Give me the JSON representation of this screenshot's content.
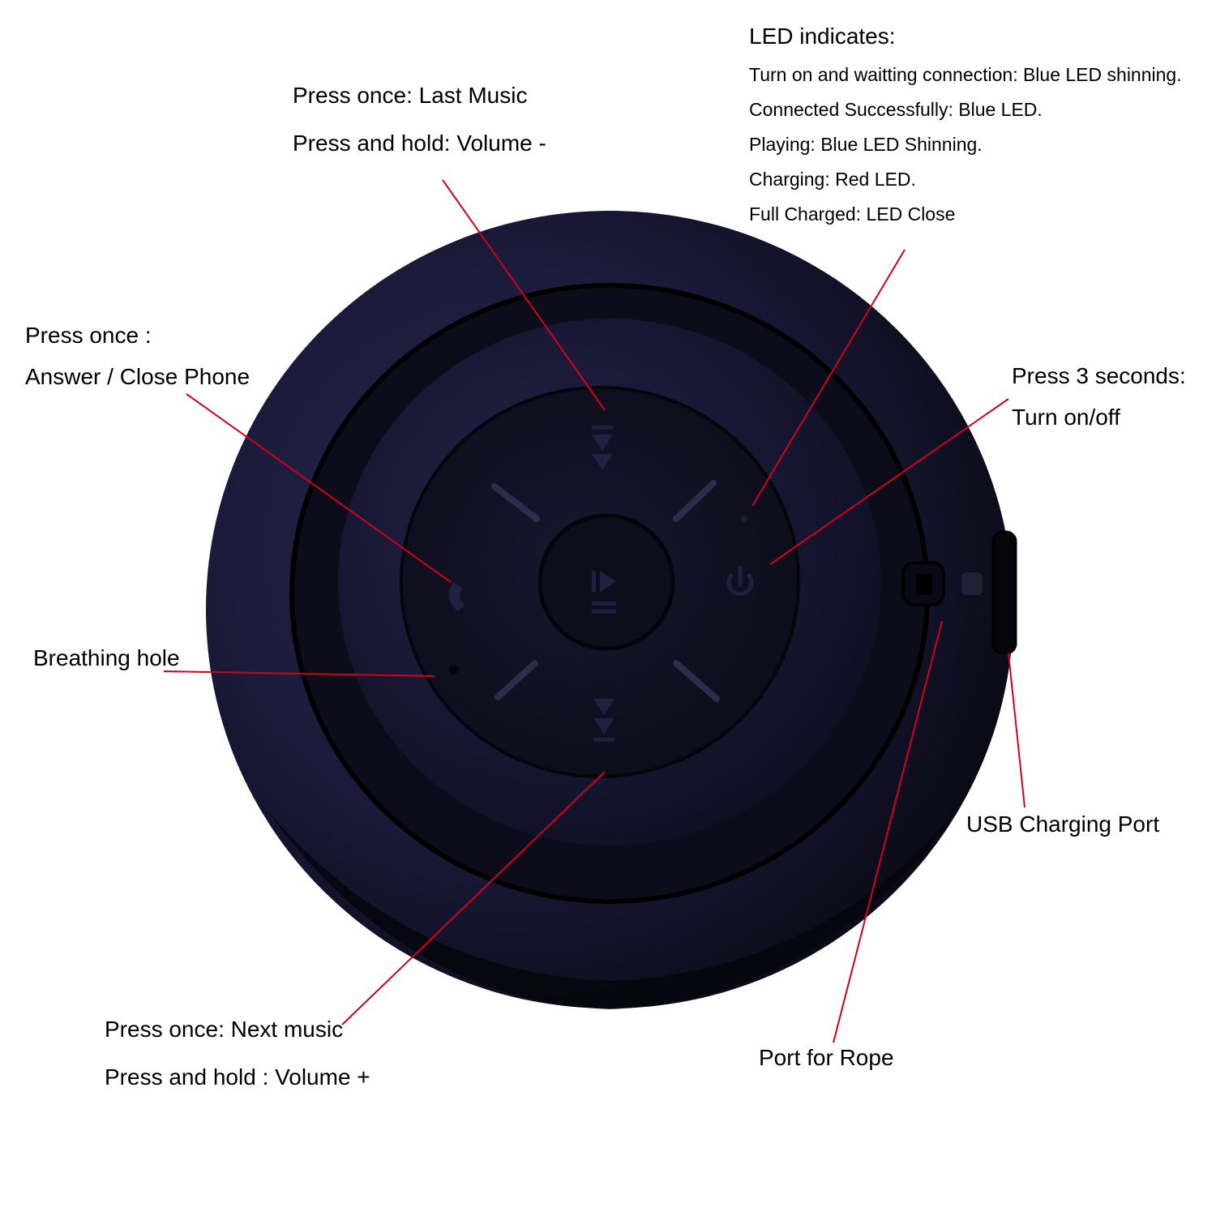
{
  "product": {
    "name": "Bluetooth speaker (top view)",
    "colors": {
      "body": "#12112a",
      "panel": "#0b0b18",
      "leader": "#d0021b"
    }
  },
  "annotations": {
    "last_music": {
      "line1": "Press once:  Last Music",
      "line2": "Press and hold:  Volume -"
    },
    "led": {
      "title": "LED indicates:",
      "items": [
        "Turn on and waitting connection:  Blue LED shinning.",
        "Connected Successfully:  Blue LED.",
        "Playing: Blue LED Shinning.",
        "Charging: Red LED.",
        "Full Charged: LED Close"
      ]
    },
    "phone": {
      "line1": "Press once :",
      "line2": "Answer / Close Phone"
    },
    "power": {
      "line1": "Press 3 seconds:",
      "line2": "Turn on/off"
    },
    "breathing_hole": {
      "label": "Breathing hole"
    },
    "usb_port": {
      "label": "USB Charging Port"
    },
    "next_music": {
      "line1": "Press once: Next music",
      "line2": "Press and hold : Volume +"
    },
    "rope_port": {
      "label": "Port for Rope"
    }
  },
  "icons": {
    "prev": "previous-track-icon",
    "next": "next-track-icon",
    "play_pause": "play-pause-icon",
    "phone": "phone-icon",
    "power": "power-icon"
  }
}
